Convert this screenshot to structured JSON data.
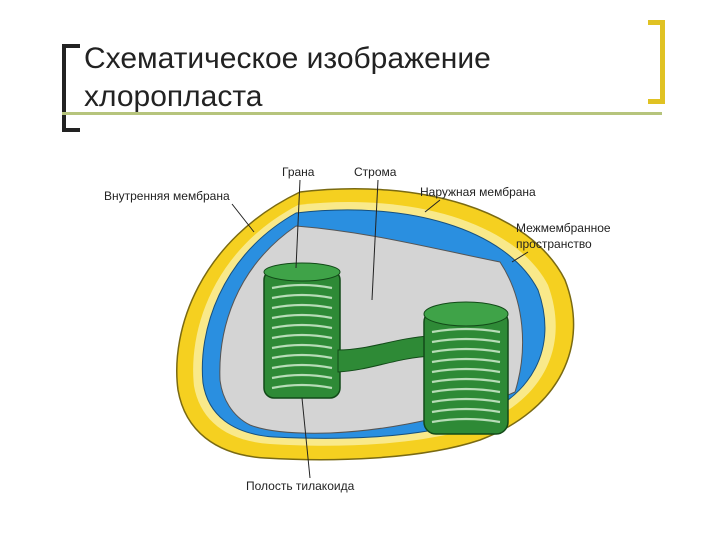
{
  "slide": {
    "title_line1": "Схематическое изображение",
    "title_line2": "хлоропласта"
  },
  "diagram": {
    "labels": {
      "grana": "Грана",
      "stroma": "Строма",
      "outer_membrane": "Наружная мембрана",
      "inner_membrane": "Внутренняя мембрана",
      "intermembrane_line1": "Межмембранное",
      "intermembrane_line2": "пространство",
      "thylakoid_cavity": "Полость тилакоида"
    },
    "colors": {
      "outer_membrane": "#f5d020",
      "inner_membrane": "#2a8fe0",
      "stroma": "#d4d4d4",
      "grana": "#2e8a36",
      "thylakoid_lumen": "#b7dcb7"
    }
  }
}
